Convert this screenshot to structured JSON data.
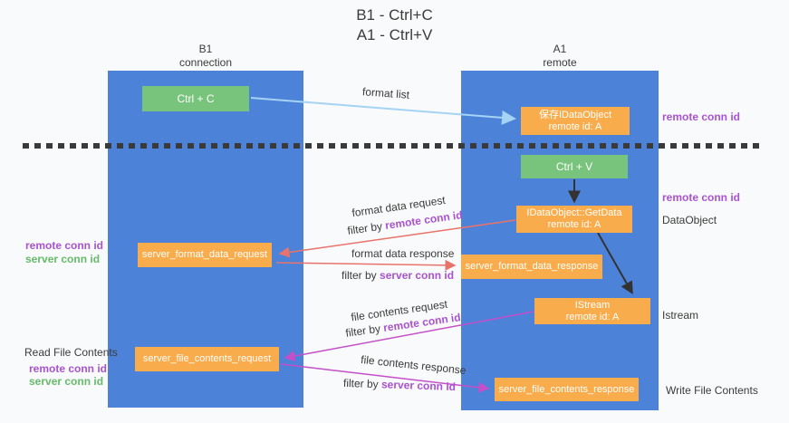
{
  "title": {
    "line1": "B1 - Ctrl+C",
    "line2": "A1 - Ctrl+V"
  },
  "columns": {
    "left": {
      "name": "B1",
      "role": "connection"
    },
    "right": {
      "name": "A1",
      "role": "remote"
    }
  },
  "boxes": {
    "ctrl_c": "Ctrl + C",
    "ctrl_v": "Ctrl + V",
    "save_idataobject": {
      "line1": "保存IDataObject",
      "line2": "remote id: A"
    },
    "getdata": {
      "line1": "IDataObject::GetData",
      "line2": "remote id: A"
    },
    "istream": {
      "line1": "IStream",
      "line2": "remote id: A"
    },
    "format_request": "server_format_data_request",
    "format_response": "server_format_data_response",
    "file_request": "server_file_contents_request",
    "file_response": "server_file_contents_response"
  },
  "arrow_labels": {
    "format_list": "format list",
    "format_request": {
      "line1": "format data request",
      "filter_prefix": "filter by ",
      "filter_key": "remote conn id"
    },
    "format_response": {
      "line1": "format data response",
      "filter_prefix": "filter by ",
      "filter_key": "server conn id"
    },
    "file_request": {
      "line1": "file contents request",
      "filter_prefix": "filter by ",
      "filter_key": "remote conn id"
    },
    "file_response": {
      "line1": "file contents response",
      "filter_prefix": "filter by ",
      "filter_key": "server conn id"
    }
  },
  "side_labels": {
    "left": {
      "remote_conn_id_1": "remote conn id",
      "server_conn_id_1": "server conn id",
      "read_file_contents": "Read File Contents",
      "remote_conn_id_2": "remote conn id",
      "server_conn_id_2": "server conn id"
    },
    "right": {
      "remote_conn_id_1": "remote conn id",
      "remote_conn_id_2": "remote conn id",
      "dataobject": "DataObject",
      "istream": "Istream",
      "write_file_contents": "Write File Contents"
    }
  },
  "colors": {
    "blue": "#4d82d9",
    "green": "#79c47c",
    "orange": "#f9ac4b",
    "purple": "#aa52cf",
    "greentext": "#66bb6a",
    "ink": "#3b3b3b",
    "abl": "#a5d3f3",
    "ared": "#e8736b",
    "amag": "#c44fc8",
    "bg": "#f9fafb"
  }
}
